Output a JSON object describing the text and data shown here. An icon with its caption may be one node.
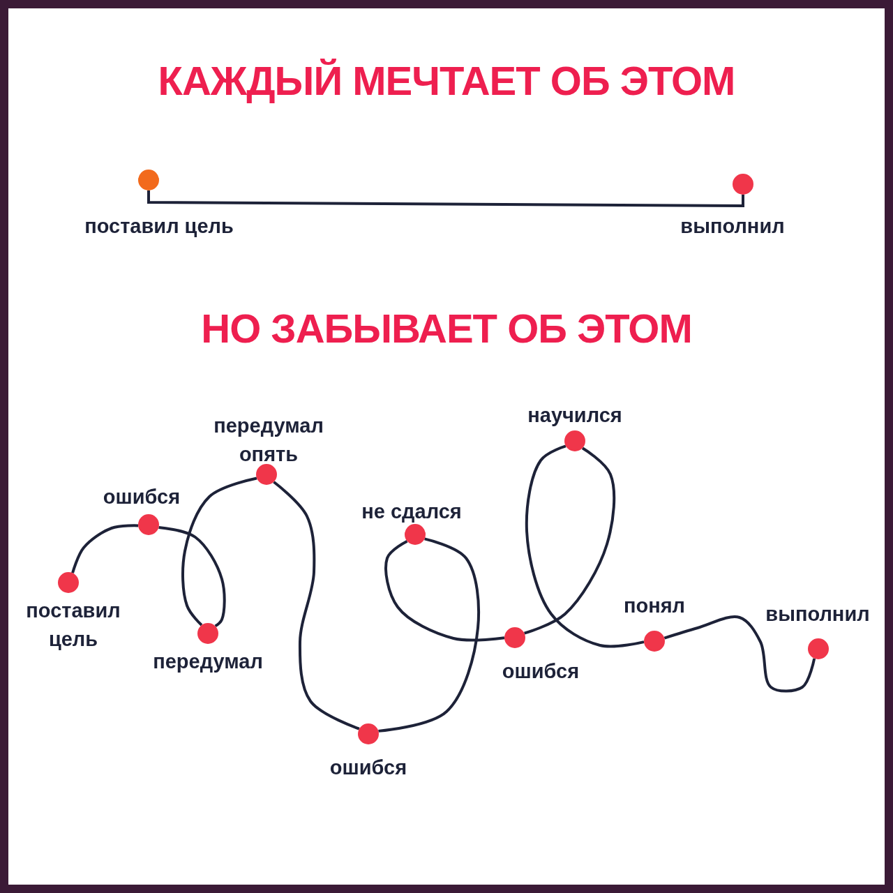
{
  "diagram": {
    "title": "КАЖДЫЙ МЕЧТАЕТ ОБ ЭТОМ",
    "nodes": [
      {
        "text": [],
        "shape": "circle",
        "beside": [
          "поставил цель"
        ]
      },
      {
        "text": [],
        "shape": "circle",
        "beside": [
          "выполнил"
        ]
      },
      {
        "text": [],
        "shape": "circle",
        "beside": [
          "поставил цель"
        ]
      },
      {
        "text": [],
        "shape": "circle",
        "beside": [
          "ошибся"
        ]
      },
      {
        "text": [],
        "shape": "circle",
        "beside": [
          "передумал"
        ]
      },
      {
        "text": [],
        "shape": "circle",
        "beside": [
          "передумал опять"
        ]
      },
      {
        "text": [],
        "shape": "circle",
        "beside": [
          "ошибся"
        ]
      },
      {
        "text": [],
        "shape": "circle",
        "beside": [
          "не сдался"
        ]
      },
      {
        "text": [],
        "shape": "circle",
        "beside": [
          "ошибся"
        ]
      },
      {
        "text": [],
        "shape": "circle",
        "beside": [
          "научился"
        ]
      },
      {
        "text": [],
        "shape": "circle",
        "beside": [
          "понял"
        ]
      },
      {
        "text": [],
        "shape": "circle",
        "beside": [
          "выполнил"
        ]
      }
    ],
    "edges": [
      {
        "from": 0,
        "to": 1,
        "arrow": "none"
      },
      {
        "from": 2,
        "to": 3,
        "arrow": "none"
      },
      {
        "from": 3,
        "to": 4,
        "arrow": "none"
      },
      {
        "from": 4,
        "to": 5,
        "arrow": "none"
      },
      {
        "from": 5,
        "to": 6,
        "arrow": "none"
      },
      {
        "from": 6,
        "to": 7,
        "arrow": "none"
      },
      {
        "from": 7,
        "to": 8,
        "arrow": "none"
      },
      {
        "from": 8,
        "to": 9,
        "arrow": "none"
      },
      {
        "from": 9,
        "to": 10,
        "arrow": "none"
      },
      {
        "from": 10,
        "to": 11,
        "arrow": "none"
      }
    ],
    "labels": [
      "НО ЗАБЫВАЕТ ОБ ЭТОМ"
    ]
  }
}
